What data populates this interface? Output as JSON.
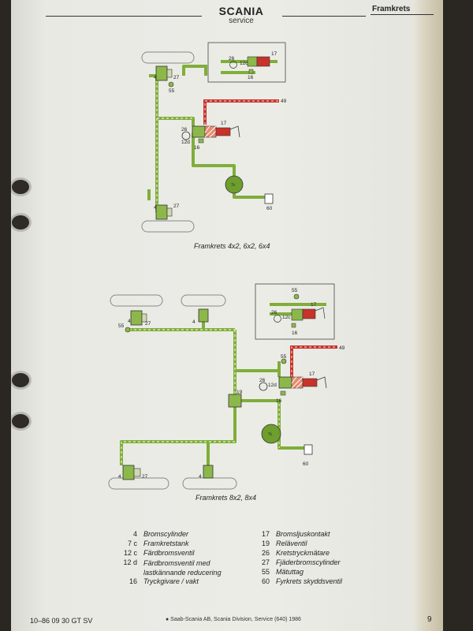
{
  "header": {
    "brand": "SCANIA",
    "brand_sub": "service",
    "section": "Framkrets"
  },
  "diagram1": {
    "caption": "Framkrets 4x2, 6x2, 6x4",
    "labels": {
      "a4": "4",
      "a27": "27",
      "a55": "55",
      "a26": "26",
      "a12": "12d",
      "a16": "16",
      "a17": "17",
      "a49": "49",
      "a7": "7c",
      "a60": "60",
      "b4": "4",
      "b27": "27",
      "i26": "26",
      "i12": "12c",
      "i17": "17",
      "i16": "16"
    }
  },
  "diagram2": {
    "caption": "Framkrets 8x2, 8x4",
    "labels": {
      "a4": "4",
      "a27": "27",
      "a55": "55",
      "b4": "4",
      "c55": "55",
      "a26": "26",
      "a12": "12d",
      "a16": "16",
      "a17": "17",
      "a49": "49",
      "a19": "19",
      "a7": "7c",
      "a60": "60",
      "d4": "4",
      "d27": "27",
      "e4": "4",
      "i55": "55",
      "i26": "26",
      "i12": "12c",
      "i17": "17",
      "i16": "16"
    }
  },
  "legend": {
    "left": [
      {
        "num": "4",
        "text": "Bromscylinder"
      },
      {
        "num": "7 c",
        "text": "Framkretstank"
      },
      {
        "num": "12 c",
        "text": "Färdbromsventil"
      },
      {
        "num": "12 d",
        "text": "Färdbromsventil med lastkännande reducering"
      },
      {
        "num": "16",
        "text": "Tryckgivare / vakt"
      }
    ],
    "right": [
      {
        "num": "17",
        "text": "Bromsljuskontakt"
      },
      {
        "num": "19",
        "text": "Reläventil"
      },
      {
        "num": "26",
        "text": "Kretstryckmätare"
      },
      {
        "num": "27",
        "text": "Fjäderbromscylinder"
      },
      {
        "num": "55",
        "text": "Mätuttag"
      },
      {
        "num": "60",
        "text": "Fyrkrets skyddsventil"
      }
    ]
  },
  "footer": {
    "code": "10–86 09 30 GT SV",
    "copyright": "● Saab-Scania AB, Scania Division, Service (640) 1986",
    "page": "9"
  },
  "colors": {
    "pipe": "#7fae3a",
    "pipe_dash": "#e8f0d0",
    "red": "#c8322a",
    "red_dash": "#f0c8c0"
  }
}
